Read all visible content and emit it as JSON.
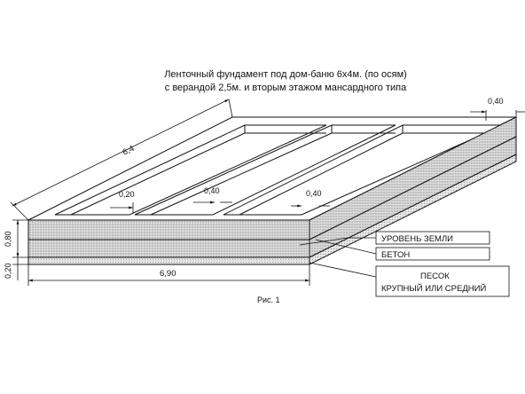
{
  "title": {
    "line1": "Ленточный фундамент под дом-баню 6х4м. (по осям)",
    "line2": "с верандой 2,5м. и  вторым этажом мансардного типа"
  },
  "dimensions": {
    "length_diag": "6,4",
    "width_top_right": "0,40",
    "inner_1": "0,20",
    "inner_2": "0,40",
    "inner_3": "0,40",
    "height_total": "0,80",
    "height_sand": "0,20",
    "bottom_length": "6,90"
  },
  "legend": {
    "ground_level": "УРОВЕНЬ ЗЕМЛИ",
    "concrete": "БЕТОН",
    "sand_line1": "ПЕСОК",
    "sand_line2": "КРУПНЫЙ ИЛИ СРЕДНИЙ"
  },
  "caption": "Рис. 1"
}
